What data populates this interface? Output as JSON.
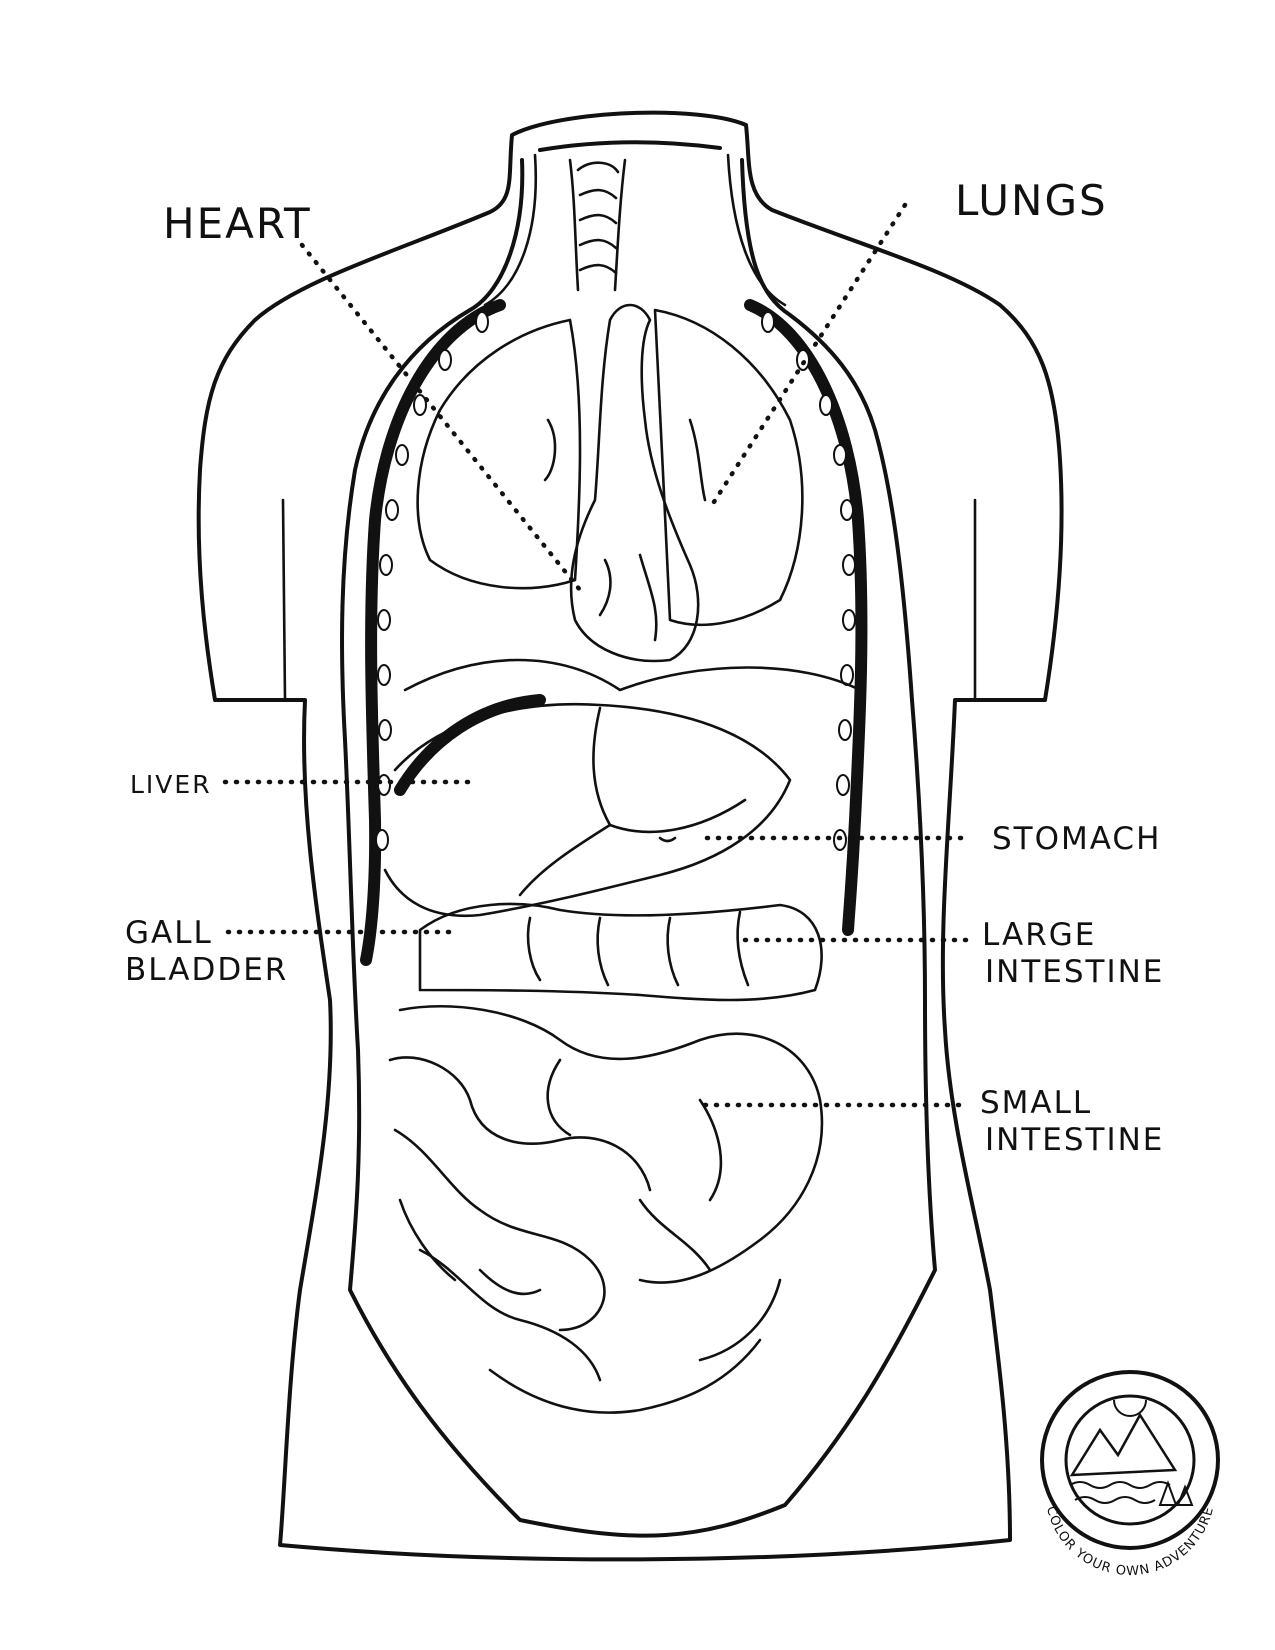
{
  "labels": {
    "heart": "HEART",
    "lungs": "LUNGS",
    "liver": "LIVER",
    "stomach": "STOMACH",
    "gall_line1": "GALL",
    "gall_line2": "BLADDER",
    "large_line1": "LARGE",
    "large_line2": "INTESTINE",
    "small_line1": "SMALL",
    "small_line2": "INTESTINE"
  },
  "logo": {
    "text": "COLOR YOUR OWN ADVENTURE"
  }
}
